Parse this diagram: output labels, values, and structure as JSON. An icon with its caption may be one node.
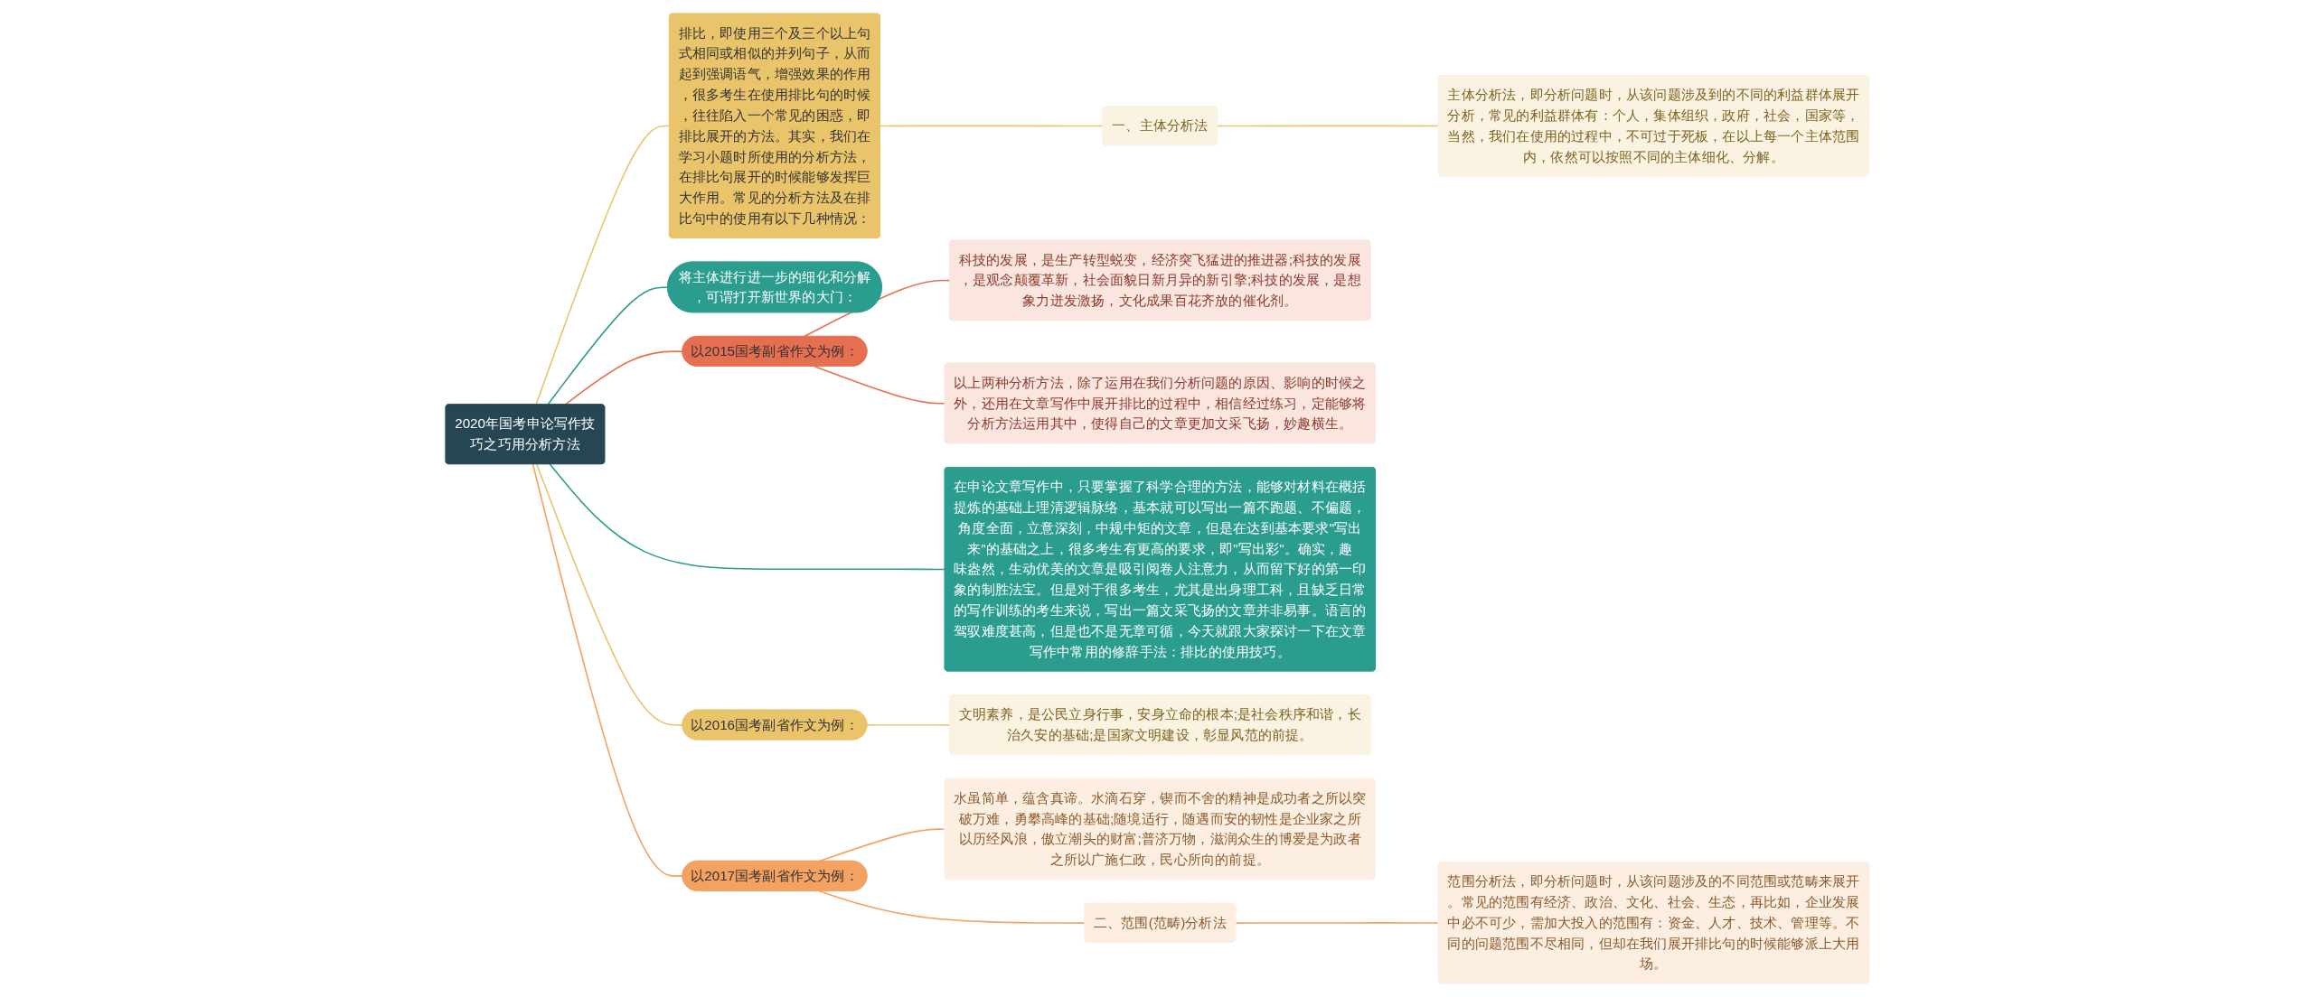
{
  "diagram": {
    "nodes": [
      {
        "text": [
          "2020年国考申论写作技巧之巧用分析方法"
        ]
      },
      {
        "text": [
          "排比，即使用三个及三个以上句式相同或相似的并列句子，从而起到强调语气，增强效果的作用，很多考生在使用排比句的时候，往往陷入一个常见的困惑，即排比展开的方法。其实，我们在学习小题时所使用的分析方法，在排比句展开的时候能够发挥巨大作用。常见的分析方法及在排比句中的使用有以下几种情况："
        ]
      },
      {
        "text": [
          "一、主体分析法"
        ]
      },
      {
        "text": [
          "主体分析法，即分析问题时，从该问题涉及到的不同的利益群体展开分析，常见的利益群体有：个人，集体组织，政府，社会，国家等，当然，我们在使用的过程中，不可过于死板，在以上每一个主体范围内，依然可以按照不同的主体细化、分解。"
        ]
      },
      {
        "text": [
          "将主体进行进一步的细化和分解，可谓打开新世界的大门："
        ]
      },
      {
        "text": [
          "以2015国考副省作文为例："
        ]
      },
      {
        "text": [
          "科技的发展，是生产转型蜕变，经济突飞猛进的推进器;科技的发展，是观念颠覆革新，社会面貌日新月异的新引擎;科技的发展，是想象力迸发激扬，文化成果百花齐放的催化剂。"
        ]
      },
      {
        "text": [
          "以上两种分析方法，除了运用在我们分析问题的原因、影响的时候之外，还用在文章写作中展开排比的过程中，相信经过练习，定能够将分析方法运用其中，使得自己的文章更加文采飞扬，妙趣横生。"
        ]
      },
      {
        "text": [
          "在申论文章写作中，只要掌握了科学合理的方法，能够对材料在概括提炼的基础上理清逻辑脉络，基本就可以写出一篇不跑题、不偏题，角度全面，立意深刻，中规中矩的文章，但是在达到基本要求\"写出来\"的基础之上，很多考生有更高的要求，即\"写出彩\"。确实，趣味盎然，生动优美的文章是吸引阅卷人注意力，从而留下好的第一印象的制胜法宝。但是对于很多考生，尤其是出身理工科，且缺乏日常的写作训练的考生来说，写出一篇文采飞扬的文章并非易事。语言的驾驭难度甚高，但是也不是无章可循，今天就跟大家探讨一下在文章写作中常用的修辞手法：排比的使用技巧。"
        ]
      },
      {
        "text": [
          "以2016国考副省作文为例："
        ]
      },
      {
        "text": [
          "文明素养，是公民立身行事，安身立命的根本;是社会秩序和谐，长治久安的基础;是国家文明建设，彰显风范的前提。"
        ]
      },
      {
        "text": [
          "以2017国考副省作文为例："
        ]
      },
      {
        "text": [
          "水虽简单，蕴含真谛。水滴石穿，锲而不舍的精神是成功者之所以突破万难，勇攀高峰的基础;随境适行，随遇而安的韧性是企业家之所以历经风浪，傲立潮头的财富;普济万物，滋润众生的博爱是为政者之所以广施仁政，民心所向的前提。"
        ]
      },
      {
        "text": [
          "二、范围(范畴)分析法"
        ]
      },
      {
        "text": [
          "范围分析法，即分析问题时，从该问题涉及的不同范围或范畴来展开。常见的范围有经济、政治、文化、社会、生态，再比如，企业发展中必不可少，需加大投入的范围有：资金、人才、技术、管理等。不同的问题范围不尽相同，但却在我们展开排比句的时候能够派上大用场。"
        ]
      }
    ],
    "edges": [
      {
        "from": 0,
        "to": 1,
        "arrow": "none",
        "color": "#e9c46a"
      },
      {
        "from": 1,
        "to": 2,
        "arrow": "none",
        "color": "#e9c46a"
      },
      {
        "from": 2,
        "to": 3,
        "arrow": "none",
        "color": "#e9c46a"
      },
      {
        "from": 0,
        "to": 4,
        "arrow": "none",
        "color": "#2a9d8f"
      },
      {
        "from": 0,
        "to": 5,
        "arrow": "none",
        "color": "#e76f51"
      },
      {
        "from": 5,
        "to": 6,
        "arrow": "none",
        "color": "#e76f51"
      },
      {
        "from": 5,
        "to": 7,
        "arrow": "none",
        "color": "#e76f51"
      },
      {
        "from": 0,
        "to": 8,
        "arrow": "none",
        "color": "#2a9d8f"
      },
      {
        "from": 0,
        "to": 9,
        "arrow": "none",
        "color": "#e9c46a"
      },
      {
        "from": 9,
        "to": 10,
        "arrow": "none",
        "color": "#e9c46a"
      },
      {
        "from": 0,
        "to": 11,
        "arrow": "none",
        "color": "#f4a261"
      },
      {
        "from": 11,
        "to": 12,
        "arrow": "none",
        "color": "#f4a261"
      },
      {
        "from": 11,
        "to": 13,
        "arrow": "none",
        "color": "#f4a261"
      },
      {
        "from": 13,
        "to": 14,
        "arrow": "none",
        "color": "#f4a261"
      }
    ]
  }
}
